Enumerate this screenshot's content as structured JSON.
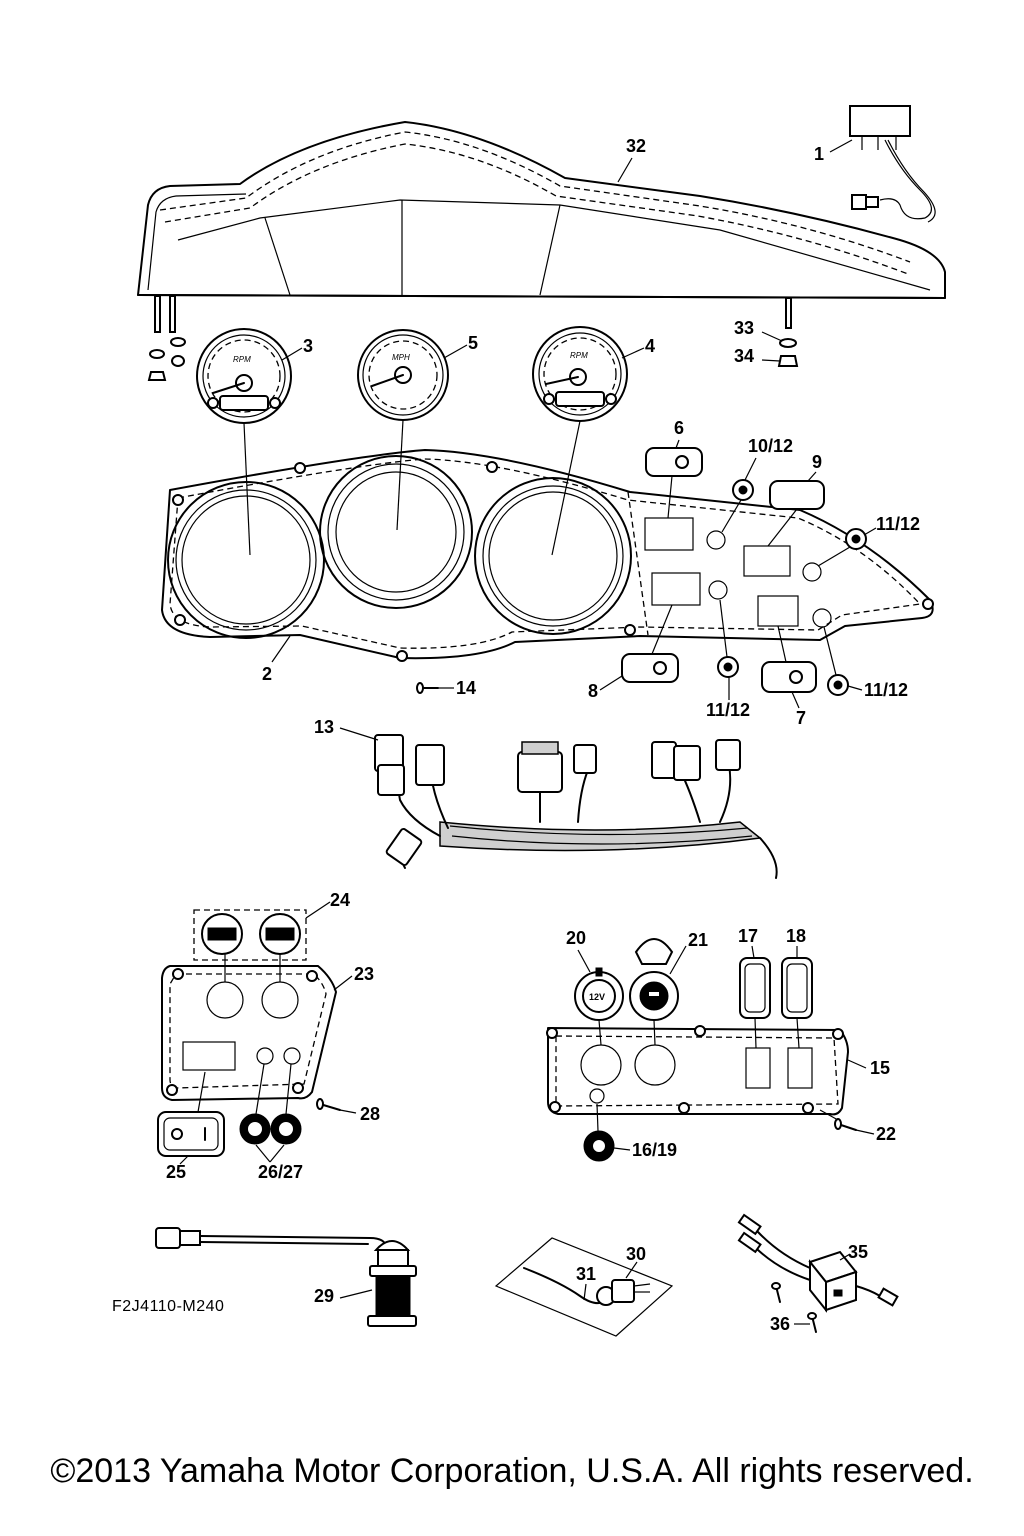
{
  "diagram": {
    "code": "F2J4110-M240",
    "copyright": "©2013 Yamaha Motor Corporation, U.S.A. All rights reserved.",
    "callouts": {
      "c1": "1",
      "c2": "2",
      "c3": "3",
      "c4": "4",
      "c5": "5",
      "c6": "6",
      "c7": "7",
      "c8": "8",
      "c9": "9",
      "c10_12": "10/12",
      "c11_12_a": "11/12",
      "c11_12_b": "11/12",
      "c11_12_c": "11/12",
      "c13": "13",
      "c14": "14",
      "c15": "15",
      "c16_19": "16/19",
      "c17": "17",
      "c18": "18",
      "c20": "20",
      "c21": "21",
      "c22": "22",
      "c23": "23",
      "c24": "24",
      "c25": "25",
      "c26_27": "26/27",
      "c28": "28",
      "c29": "29",
      "c30": "30",
      "c31": "31",
      "c32": "32",
      "c33": "33",
      "c34": "34",
      "c35": "35",
      "c36": "36"
    },
    "gauge_text": {
      "rpm": "RPM",
      "mph": "MPH",
      "socket_12v": "12V"
    }
  }
}
